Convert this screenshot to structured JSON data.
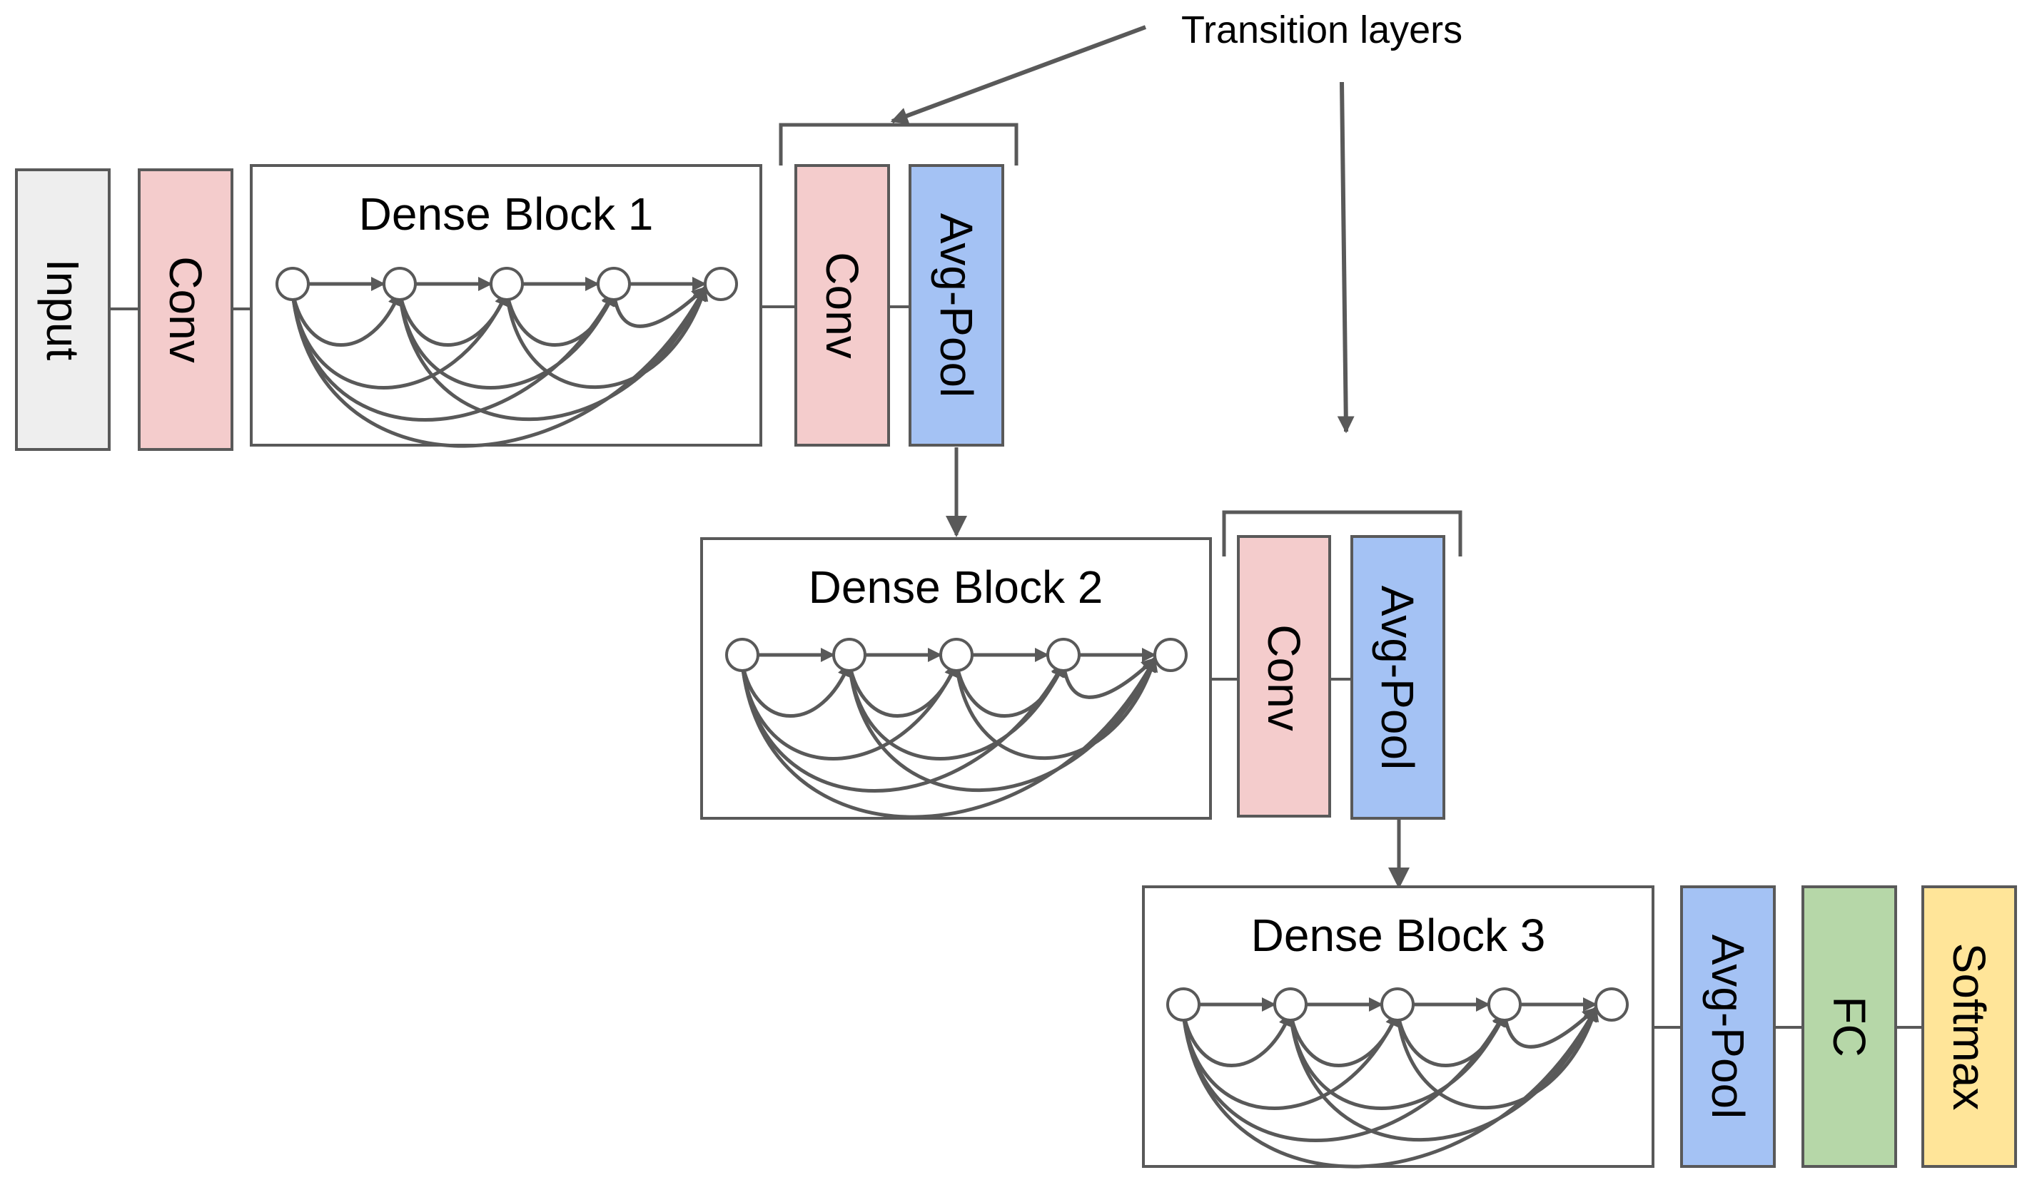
{
  "annotation": {
    "text": "Transition layers"
  },
  "layers": {
    "input": {
      "label": "Input",
      "color": "#eeeeee"
    },
    "conv0": {
      "label": "Conv",
      "color": "#f4cccc"
    },
    "dense1": {
      "label": "Dense Block 1"
    },
    "t1_conv": {
      "label": "Conv",
      "color": "#f4cccc"
    },
    "t1_pool": {
      "label": "Avg-Pool",
      "color": "#a4c2f4"
    },
    "dense2": {
      "label": "Dense Block 2"
    },
    "t2_conv": {
      "label": "Conv",
      "color": "#f4cccc"
    },
    "t2_pool": {
      "label": "Avg-Pool",
      "color": "#a4c2f4"
    },
    "dense3": {
      "label": "Dense Block 3"
    },
    "final_pool": {
      "label": "Avg-Pool",
      "color": "#a4c2f4"
    },
    "fc": {
      "label": "FC",
      "color": "#b6d7a8"
    },
    "softmax": {
      "label": "Softmax",
      "color": "#ffe599"
    }
  },
  "colors": {
    "stroke": "#595959",
    "block_fill": "#ffffff"
  }
}
